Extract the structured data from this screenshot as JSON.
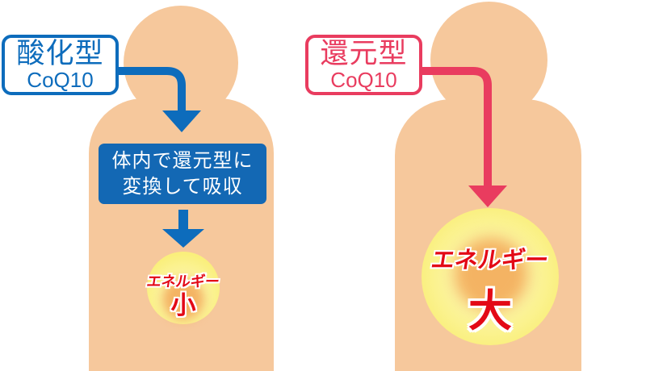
{
  "left_figure": {
    "label_box": {
      "title": "酸化型",
      "subtitle": "CoQ10"
    },
    "process_box": {
      "line1": "体内で還元型に",
      "line2": "変換して吸収"
    },
    "energy_circle": {
      "label": "エネルギー",
      "amount": "小"
    }
  },
  "right_figure": {
    "label_box": {
      "title": "還元型",
      "subtitle": "CoQ10"
    },
    "energy_circle": {
      "label": "エネルギー",
      "amount": "大"
    }
  },
  "colors": {
    "blue": "#0d6cbc",
    "process_box_blue": "#1368b4",
    "crimson": "#e93c5f",
    "energy_text_red": "#e30916",
    "skin": "#f6c89c",
    "energy_yellow": "#faef7c",
    "energy_pale_yellow": "#fcf6a8",
    "energy_core_orange": "#f4b363",
    "label_box_background": "#ffffff",
    "process_text_white": "#ffffff"
  }
}
